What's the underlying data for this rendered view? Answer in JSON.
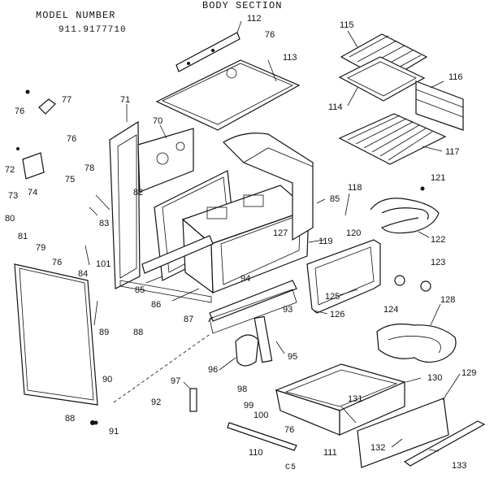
{
  "header": {
    "model_label": "MODEL NUMBER",
    "model_number": "911.9177710",
    "section_title": "BODY SECTION"
  },
  "footer": {
    "page_code": "C5"
  },
  "parts": [
    {
      "id": "112",
      "text": "112"
    },
    {
      "id": "76a",
      "text": "76"
    },
    {
      "id": "113",
      "text": "113"
    },
    {
      "id": "115",
      "text": "115"
    },
    {
      "id": "114",
      "text": "114"
    },
    {
      "id": "116",
      "text": "116"
    },
    {
      "id": "117",
      "text": "117"
    },
    {
      "id": "76b",
      "text": "76"
    },
    {
      "id": "77",
      "text": "77"
    },
    {
      "id": "71",
      "text": "71"
    },
    {
      "id": "70",
      "text": "70"
    },
    {
      "id": "76c",
      "text": "76"
    },
    {
      "id": "72",
      "text": "72"
    },
    {
      "id": "73",
      "text": "73"
    },
    {
      "id": "78",
      "text": "78"
    },
    {
      "id": "75",
      "text": "75"
    },
    {
      "id": "74",
      "text": "74"
    },
    {
      "id": "82",
      "text": "82"
    },
    {
      "id": "83",
      "text": "83"
    },
    {
      "id": "80",
      "text": "80"
    },
    {
      "id": "79",
      "text": "79"
    },
    {
      "id": "81",
      "text": "81"
    },
    {
      "id": "76d",
      "text": "76"
    },
    {
      "id": "101",
      "text": "101"
    },
    {
      "id": "84",
      "text": "84"
    },
    {
      "id": "85a",
      "text": "85"
    },
    {
      "id": "85b",
      "text": "85"
    },
    {
      "id": "86",
      "text": "86"
    },
    {
      "id": "88a",
      "text": "88"
    },
    {
      "id": "87",
      "text": "87"
    },
    {
      "id": "89",
      "text": "89"
    },
    {
      "id": "118",
      "text": "118"
    },
    {
      "id": "121",
      "text": "121"
    },
    {
      "id": "122",
      "text": "122"
    },
    {
      "id": "119",
      "text": "119"
    },
    {
      "id": "120",
      "text": "120"
    },
    {
      "id": "127",
      "text": "127"
    },
    {
      "id": "94",
      "text": "94"
    },
    {
      "id": "93",
      "text": "93"
    },
    {
      "id": "123",
      "text": "123"
    },
    {
      "id": "125",
      "text": "125"
    },
    {
      "id": "124",
      "text": "124"
    },
    {
      "id": "128",
      "text": "128"
    },
    {
      "id": "126",
      "text": "126"
    },
    {
      "id": "95",
      "text": "95"
    },
    {
      "id": "96",
      "text": "96"
    },
    {
      "id": "97",
      "text": "97"
    },
    {
      "id": "90",
      "text": "90"
    },
    {
      "id": "92",
      "text": "92"
    },
    {
      "id": "91",
      "text": "91"
    },
    {
      "id": "88b",
      "text": "88"
    },
    {
      "id": "98",
      "text": "98"
    },
    {
      "id": "99",
      "text": "99"
    },
    {
      "id": "100",
      "text": "100"
    },
    {
      "id": "130",
      "text": "130"
    },
    {
      "id": "129",
      "text": "129"
    },
    {
      "id": "131",
      "text": "131"
    },
    {
      "id": "76e",
      "text": "76"
    },
    {
      "id": "110",
      "text": "110"
    },
    {
      "id": "111",
      "text": "111"
    },
    {
      "id": "132",
      "text": "132"
    },
    {
      "id": "133",
      "text": "133"
    }
  ]
}
